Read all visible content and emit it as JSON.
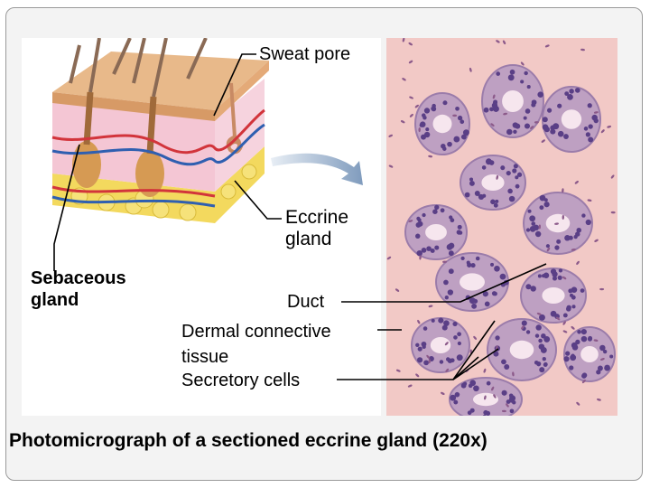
{
  "labels": {
    "sweat_pore": "Sweat pore",
    "eccrine_gland": "Eccrine gland",
    "sebaceous_gland": "Sebaceous gland",
    "duct": "Duct",
    "dermal_connective_tissue": "Dermal connective tissue",
    "secretory_cells": "Secretory cells"
  },
  "caption": "Photomicrograph of a sectioned eccrine gland (220x)",
  "colors": {
    "micrograph_bg": "#f2c9c6",
    "gland_stain": "#b59ac2",
    "nuclei": "#5a3f86",
    "epidermis": "#e8b98a",
    "artery": "#d2343b",
    "vein": "#2f5fb0",
    "fat": "#f3d95e"
  }
}
